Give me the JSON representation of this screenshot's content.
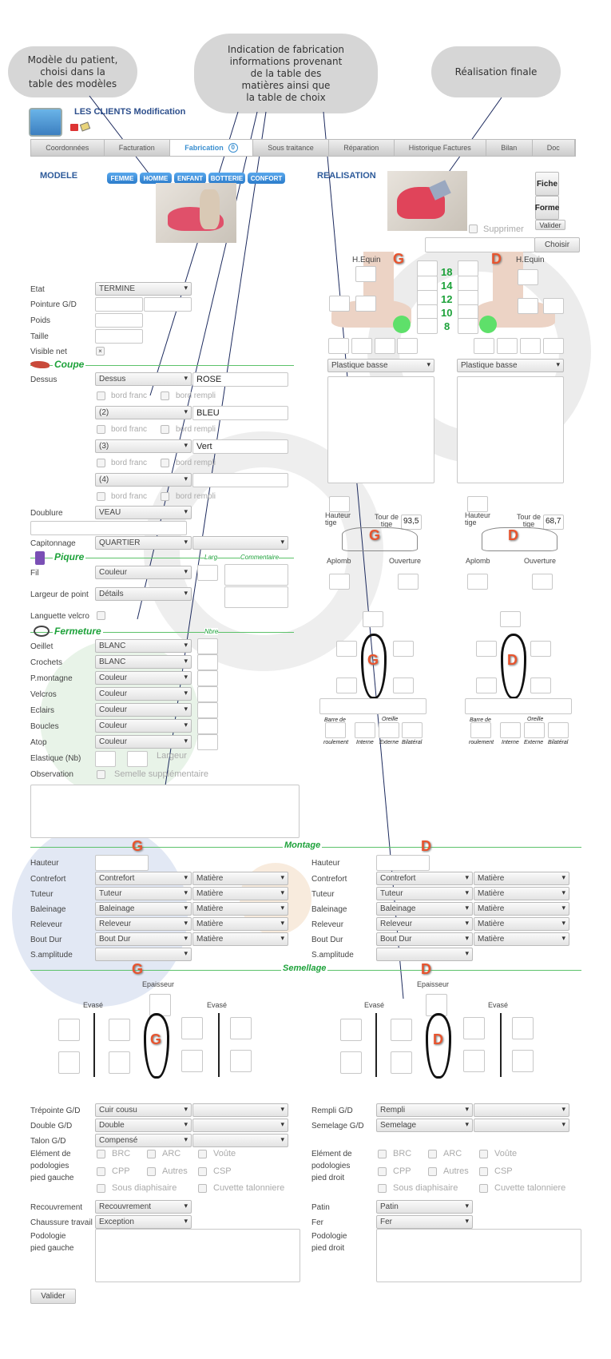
{
  "annotations": {
    "left": "Modèle du patient,\nchoisi dans la\ntable des modèles",
    "center": "Indication de fabrication\ninformations provenant\nde la table des\nmatières ainsi que\nla table de choix",
    "right": "Réalisation finale"
  },
  "header": {
    "title": "LES CLIENTS Modification"
  },
  "tabs": [
    {
      "label": "Coordonnées"
    },
    {
      "label": "Facturation"
    },
    {
      "label": "Fabrication",
      "badge": "0",
      "active": true
    },
    {
      "label": "Sous traitance"
    },
    {
      "label": "Réparation"
    },
    {
      "label": "Historique Factures"
    },
    {
      "label": "Bilan"
    },
    {
      "label": "Doc"
    }
  ],
  "modele": {
    "heading": "MODELE",
    "categories": [
      "FEMME",
      "HOMME",
      "ENFANT",
      "BOTTERIE",
      "CONFORT"
    ]
  },
  "realisation": {
    "heading": "REALISATION",
    "fiche": "Fiche",
    "forme": "Forme",
    "valider": "Valider",
    "supprimer": "Supprimer",
    "choisir": "Choisir",
    "h_equin": "H.Equin",
    "scale": [
      "18",
      "14",
      "12",
      "10",
      "8"
    ],
    "plastique_g": "Plastique basse",
    "plastique_d": "Plastique basse",
    "hauteur_tige": "Hauteur tige",
    "tour_de_tige": "Tour de tige",
    "tour_g": "93,5",
    "tour_d": "68,7",
    "aplomb": "Aplomb",
    "ouverture": "Ouverture",
    "barre_de": "Barre de",
    "roulement": "roulement",
    "oreille": "Oreille",
    "interne": "Interne",
    "externe": "Externe",
    "bilateral": "Bilatéral"
  },
  "sides": {
    "g": "G",
    "d": "D"
  },
  "form": {
    "etat": {
      "label": "Etat",
      "value": "TERMINE"
    },
    "pointure": {
      "label": "Pointure G/D"
    },
    "poids": {
      "label": "Poids"
    },
    "taille": {
      "label": "Taille"
    },
    "visible_net": {
      "label": "Visible net"
    },
    "coupe": {
      "title": "Coupe",
      "dessus_label": "Dessus",
      "rows": [
        {
          "select": "Dessus",
          "color": "ROSE"
        },
        {
          "select": "(2)",
          "color": "BLEU"
        },
        {
          "select": "(3)",
          "color": "Vert"
        },
        {
          "select": "(4)",
          "color": ""
        }
      ],
      "bord_franc": "bord franc",
      "bord_rempli": "bord rempli",
      "doublure_label": "Doublure",
      "doublure_value": "VEAU",
      "capitonnage_label": "Capitonnage",
      "capitonnage_value": "QUARTIER"
    },
    "piqure": {
      "title": "Piqure",
      "larg": "Larg",
      "commentaire": "Commentaire",
      "fil_label": "Fil",
      "fil_value": "Couleur",
      "largeur_label": "Largeur de point",
      "largeur_value": "Détails",
      "languette_label": "Languette velcro"
    },
    "fermeture": {
      "title": "Fermeture",
      "nbre": "Nbre",
      "rows": [
        {
          "label": "Oeillet",
          "value": "BLANC"
        },
        {
          "label": "Crochets",
          "value": "BLANC"
        },
        {
          "label": "P.montagne",
          "value": "Couleur"
        },
        {
          "label": "Velcros",
          "value": "Couleur"
        },
        {
          "label": "Eclairs",
          "value": "Couleur"
        },
        {
          "label": "Boucles",
          "value": "Couleur"
        },
        {
          "label": "Atop",
          "value": "Couleur"
        }
      ],
      "elastique_label": "Elastique (Nb)",
      "largeur": "Largeur",
      "observation_label": "Observation",
      "semelle_supp": "Semelle supplémentaire"
    }
  },
  "montage": {
    "title": "Montage",
    "hauteur": "Hauteur",
    "rows": [
      {
        "label": "Contrefort",
        "value": "Contrefort",
        "matiere": "Matière"
      },
      {
        "label": "Tuteur",
        "value": "Tuteur",
        "matiere": "Matière"
      },
      {
        "label": "Baleinage",
        "value": "Baleinage",
        "matiere": "Matière"
      },
      {
        "label": "Releveur",
        "value": "Releveur",
        "matiere": "Matière"
      },
      {
        "label": "Bout Dur",
        "value": "Bout Dur",
        "matiere": "Matière"
      }
    ],
    "samplitude": "S.amplitude"
  },
  "semellage": {
    "title": "Semellage",
    "epaisseur": "Epaisseur",
    "evase": "Evasé",
    "left_rows": [
      {
        "label": "Trépointe G/D",
        "value": "Cuir cousu"
      },
      {
        "label": "Double G/D",
        "value": "Double"
      },
      {
        "label": "Talon G/D",
        "value": "Compensé"
      }
    ],
    "right_rows": [
      {
        "label": "Rempli G/D",
        "value": "Rempli"
      },
      {
        "label": "Semelage G/D",
        "value": "Semelage"
      }
    ],
    "element_g": "Elément de\npodologies\npied gauche",
    "element_d": "Elément de\npodologies\npied droit",
    "checks": [
      "BRC",
      "ARC",
      "Voûte",
      "CPP",
      "Autres",
      "CSP",
      "Sous diaphisaire",
      "Cuvette talonniere"
    ],
    "recouvrement_label": "Recouvrement",
    "recouvrement_value": "Recouvrement",
    "chaussure_label": "Chaussure travail",
    "chaussure_value": "Exception",
    "patin_label": "Patin",
    "patin_value": "Patin",
    "fer_label": "Fer",
    "fer_value": "Fer",
    "podologie_g": "Podologie\npied gauche",
    "podologie_d": "Podologie\npied droit"
  },
  "footer": {
    "valider": "Valider"
  }
}
